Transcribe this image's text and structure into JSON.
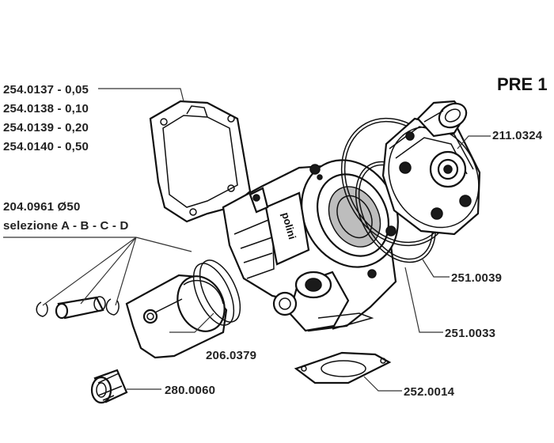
{
  "title": "PRE 1",
  "logo": "polini",
  "labels": {
    "gasket_1": "254.0137 - 0,05",
    "gasket_2": "254.0138 - 0,10",
    "gasket_3": "254.0139 - 0,20",
    "gasket_4": "254.0140 - 0,50",
    "piston_code": "204.0961 Ø50",
    "piston_selection": "selezione A - B - C - D",
    "head": "211.0324",
    "oring_outer": "251.0039",
    "oring_inner": "251.0033",
    "rings": "206.0379",
    "bearing": "280.0060",
    "base_gasket": "252.0014"
  }
}
